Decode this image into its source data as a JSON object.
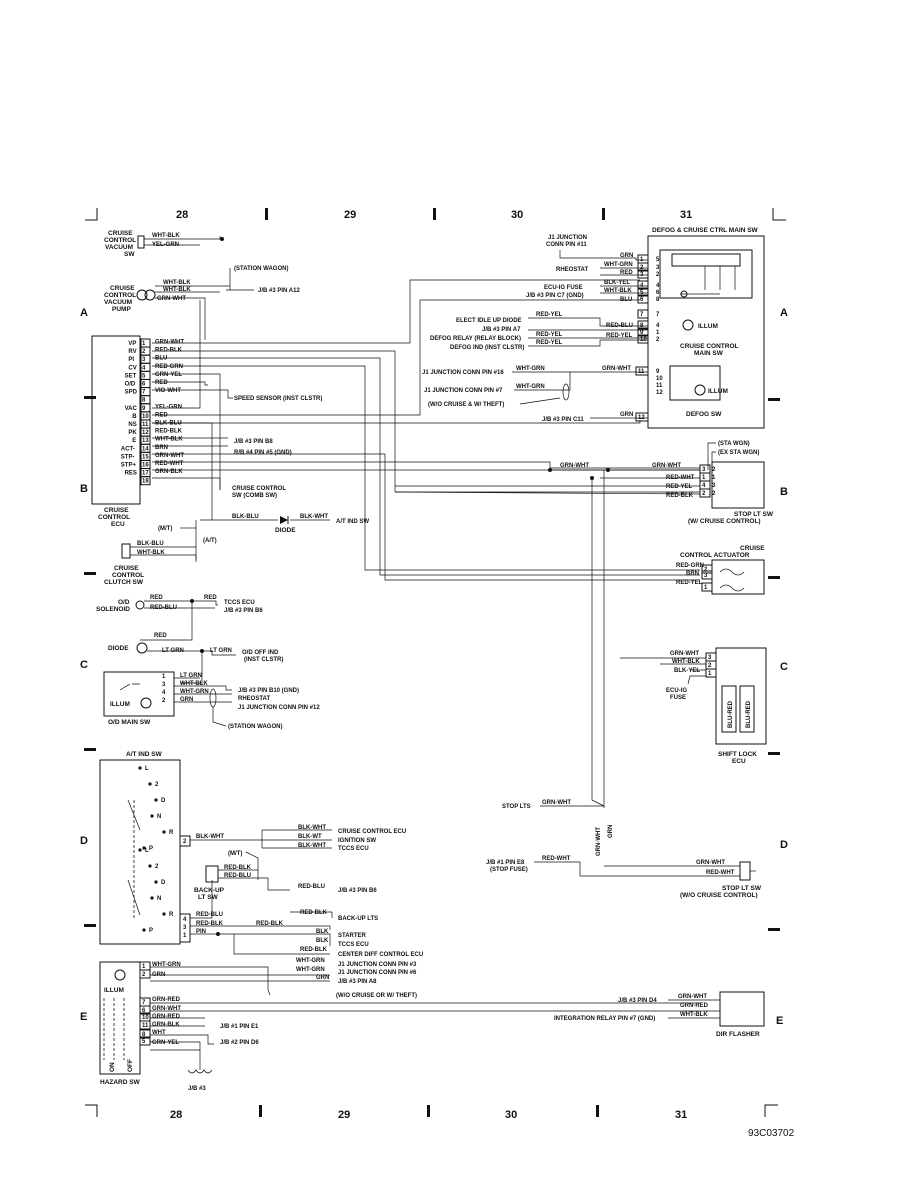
{
  "grid": {
    "columns": [
      "28",
      "29",
      "30",
      "31"
    ],
    "rows": [
      "A",
      "B",
      "C",
      "D",
      "E"
    ]
  },
  "figure_id": "93C03702",
  "components": {
    "cruise_vacuum_sw": "CRUISE CONTROL VACUUM SW",
    "vacuum_pump": "CRUISE CONTROL VACUUM PUMP",
    "station_wagon_a": "(STATION WAGON)",
    "jb3_a12": "J/B #3 PIN A12",
    "ecu": "CRUISE CONTROL ECU",
    "speed_sensor": "SPEED SENSOR (INST CLSTR)",
    "jb3_b8": "J/B #3 PIN B8",
    "rb4_5": "R/B #4 PIN #5 (GND)",
    "comb_sw": "CRUISE CONTROL SW (COMB SW)",
    "diode_at": "DIODE",
    "at_ind_sw_out": "A/T IND SW",
    "mt": "(M/T)",
    "at": "(A/T)",
    "clutch_sw": "CRUISE CONTROL CLUTCH SW",
    "od_solenoid": "O/D SOLENOID",
    "tccs_ecu": "TCCS ECU",
    "jb3_b6": "J/B #3 PIN B6",
    "diode_od": "DIODE",
    "od_off_ind": "O/D OFF IND (INST CLSTR)",
    "illum": "ILLUM",
    "od_main_sw": "O/D MAIN SW",
    "jb3_b10": "J/B #3 PIN B10 (GND)",
    "rheostat": "RHEOSTAT",
    "j1_12": "J1 JUNCTION CONN PIN #12",
    "station_wagon_c": "(STATION WAGON)",
    "at_ind_sw": "A/T IND SW",
    "ign_sw": "IGNITION SW",
    "cc_ecu": "CRUISE CONTROL ECU",
    "tccs": "TCCS ECU",
    "mt2": "(M/T)",
    "backup_lt_sw": "BACK-UP LT SW",
    "jb3_b6b": "J/B #3 PIN B6",
    "backup_lts": "BACK-UP LTS",
    "starter": "STARTER",
    "tccs2": "TCCS ECU",
    "center_diff": "CENTER DIFF CONTROL ECU",
    "j1_3": "J1 JUNCTION CONN PIN #3",
    "j1_6": "J1 JUNCTION CONN PIN #6",
    "jb3_a8": "J/B #3 PIN A8",
    "wo_cruise_e": "(W/O CRUISE OR W/ THEFT)",
    "jb1_e1": "J/B #1 PIN E1",
    "jb2_d6": "J/B #2 PIN D6",
    "hazard_sw": "HAZARD SW",
    "jb3_bottom": "J/B #3",
    "on": "ON",
    "off": "OFF",
    "defog_main_sw": "DEFOG & CRUISE CTRL MAIN SW",
    "j1_11": "J1 JUNCTION CONN PIN #11",
    "rheostat2": "RHEOSTAT",
    "ecu_ig_fuse": "ECU-IG FUSE",
    "jb3_c7": "J/B #3 PIN C7 (GND)",
    "elect_idle_diode": "ELECT IDLE UP DIODE",
    "jb3_a7": "J/B #3 PIN A7",
    "defog_relay": "DEFOG RELAY (RELAY BLOCK)",
    "defog_ind": "DEFOG IND (INST CLSTR)",
    "illum2": "ILLUM",
    "cc_main_sw": "CRUISE CONTROL MAIN SW",
    "j1_16": "J1 JUNCTION CONN PIN #16",
    "j1_7": "J1 JUNCTION CONN PIN #7",
    "wo_cruise_a": "(W/O CRUISE & W/ THEFT)",
    "defog_sw": "DEFOG SW",
    "jb3_c11": "J/B #3 PIN C11",
    "sta_wgn": "(STA WGN)",
    "ex_sta_wgn": "(EX STA WGN)",
    "stop_lt_sw_cc": "STOP LT SW (W/ CRUISE CONTROL)",
    "actuator": "CRUISE CONTROL ACTUATOR",
    "ecu_ig_fuse2": "ECU-IG FUSE",
    "shift_lock_ecu": "SHIFT LOCK ECU",
    "stop_lts": "STOP LTS",
    "jb1_e8": "J/B #1 PIN E8 (STOP FUSE)",
    "stop_lt_sw_wo": "STOP LT SW (W/O CRUISE CONTROL)",
    "jb3_d4": "J/B #3 PIN D4",
    "integration_relay": "INTEGRATION RELAY PIN #7 (GND)",
    "dir_flasher": "DIR FLASHER"
  },
  "ecu_pins": [
    {
      "label": "VP",
      "pin": "1",
      "wire": "GRN-WHT"
    },
    {
      "label": "RV",
      "pin": "2",
      "wire": "RED-BLK"
    },
    {
      "label": "PI",
      "pin": "3",
      "wire": "BLU"
    },
    {
      "label": "CV",
      "pin": "4",
      "wire": "RED-GRN"
    },
    {
      "label": "SET",
      "pin": "5",
      "wire": "GRN-YEL"
    },
    {
      "label": "O/D",
      "pin": "6",
      "wire": "RED"
    },
    {
      "label": "SPD",
      "pin": "7",
      "wire": "VIO-WHT"
    },
    {
      "label": "",
      "pin": "8",
      "wire": ""
    },
    {
      "label": "VAC",
      "pin": "9",
      "wire": "YEL-GRN"
    },
    {
      "label": "B",
      "pin": "10",
      "wire": "RED"
    },
    {
      "label": "NS",
      "pin": "11",
      "wire": "BLK-BLU"
    },
    {
      "label": "PK",
      "pin": "12",
      "wire": "RED-BLK"
    },
    {
      "label": "E",
      "pin": "13",
      "wire": "WHT-BLK"
    },
    {
      "label": "ACT-",
      "pin": "14",
      "wire": "BRN"
    },
    {
      "label": "STP-",
      "pin": "15",
      "wire": "GRN-WHT"
    },
    {
      "label": "STP+",
      "pin": "16",
      "wire": "RED-WHT"
    },
    {
      "label": "RES",
      "pin": "17",
      "wire": "GRN-BLK"
    },
    {
      "label": "",
      "pin": "18",
      "wire": ""
    }
  ],
  "wires": {
    "wht_blk": "WHT-BLK",
    "yel_grn": "YEL-GRN",
    "grn_wht": "GRN-WHT",
    "blk_blu": "BLK-BLU",
    "blk_wht": "BLK-WHT",
    "red": "RED",
    "red_blu": "RED-BLU",
    "lt_grn": "LT GRN",
    "wht_grn": "WHT-GRN",
    "grn": "GRN",
    "red_blk": "RED-BLK",
    "blk_wt": "BLK-WT",
    "blk": "BLK",
    "grn_red": "GRN-RED",
    "grn_blk": "GRN-BLK",
    "wht": "WHT",
    "grn_yel": "GRN-YEL",
    "blk_yel": "BLK-YEL",
    "blu": "BLU",
    "red_yel": "RED-YEL",
    "red_wht": "RED-WHT",
    "brn": "BRN",
    "red_grn": "RED-GRN",
    "blu_red": "BLU-RED",
    "pin": "PIN"
  },
  "at_positions": [
    "L",
    "2",
    "D",
    "N",
    "R",
    "P"
  ]
}
